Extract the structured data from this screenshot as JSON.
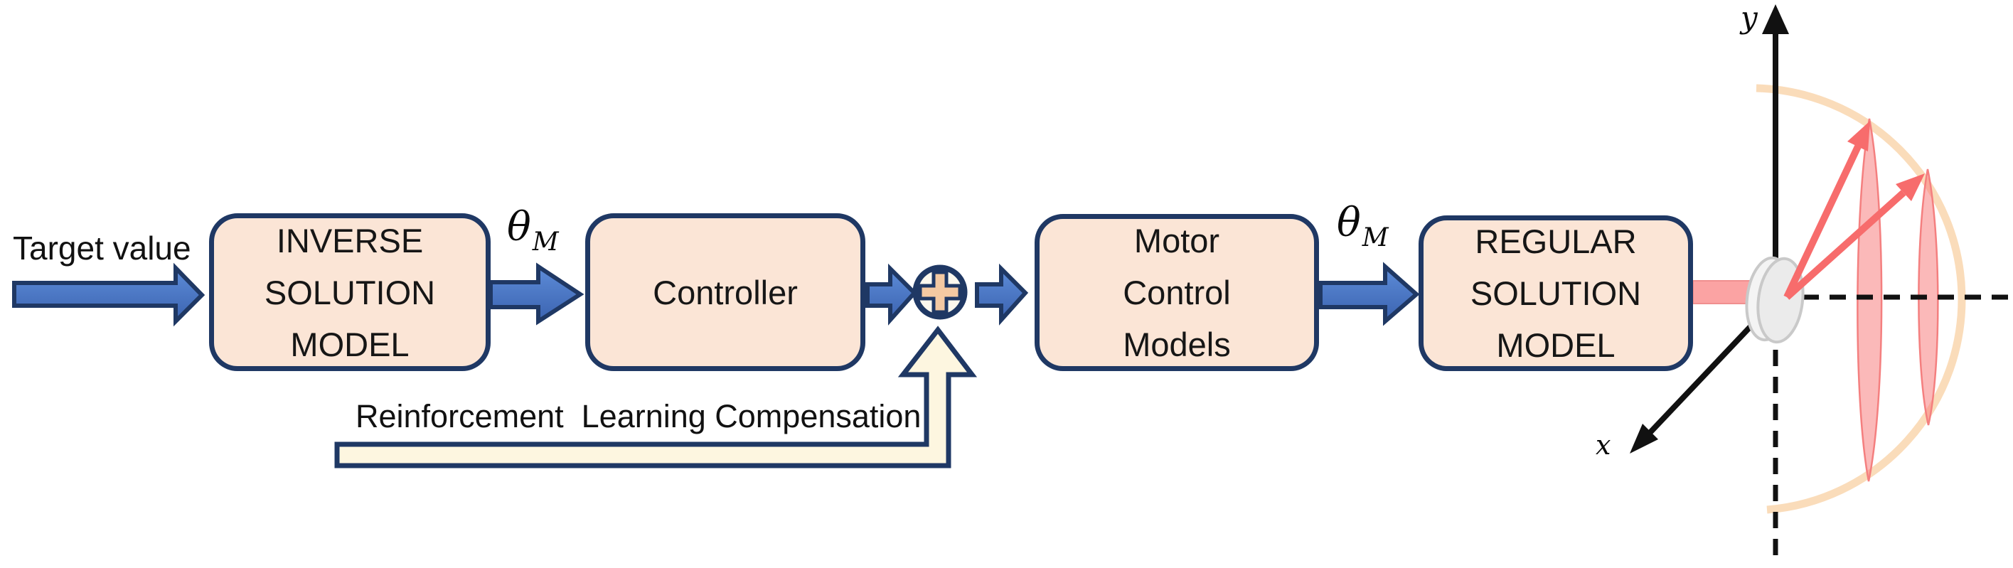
{
  "diagram": {
    "input_label": "Target value",
    "blocks": [
      {
        "id": "inverse-solution-model",
        "lines": [
          "INVERSE",
          "SOLUTION",
          "MODEL"
        ]
      },
      {
        "id": "controller",
        "lines": [
          "Controller"
        ]
      },
      {
        "id": "motor-control-models",
        "lines": [
          "Motor",
          "Control",
          "Models"
        ]
      },
      {
        "id": "regular-solution-model",
        "lines": [
          "REGULAR",
          "SOLUTION",
          "MODEL"
        ]
      }
    ],
    "signal_labels": [
      {
        "symbol": "θ",
        "subscript": "M"
      },
      {
        "symbol": "θ",
        "subscript": "M"
      }
    ],
    "sum_junction": {
      "operator": "+"
    },
    "feedback_label": "Reinforcement  Learning Compensation",
    "axes": {
      "y_label": "y",
      "x_label": "x"
    },
    "colors": {
      "box_fill": "#fbe5d6",
      "outline_navy": "#1f3864",
      "arrow_blue": "#4472c4",
      "feedback_cream": "#fdf6e0",
      "sum_circle_fill": "#fcf8ee",
      "plus_fill": "#f4c9a2",
      "salmon": "#fba3a3",
      "red_arrow": "#f76c6c",
      "workspace_arc": "#fadcba",
      "disc_gray": "#ebebeb",
      "axis_black": "#111111"
    }
  }
}
